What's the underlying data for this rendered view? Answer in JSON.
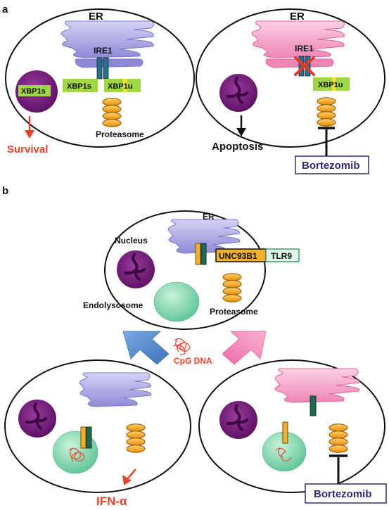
{
  "panel_a": {
    "label": "a",
    "left_cell": {
      "er": "ER",
      "ire1": "IRE1",
      "xbp1s_nucleus": "XBP1s",
      "xbp1s": "XBP1s",
      "xbp1u": "XBP1u",
      "proteasome": "Proteasome",
      "outcome": "Survival"
    },
    "right_cell": {
      "er": "ER",
      "ire1": "IRE1",
      "xbp1u": "XBP1u",
      "outcome": "Apoptosis",
      "drug": "Bortezomib"
    }
  },
  "panel_b": {
    "label": "b",
    "top_cell": {
      "er": "ER",
      "nucleus": "Nucleus",
      "unc93b1": "UNC93B1",
      "tlr9": "TLR9",
      "endolysosome": "Endolysosome",
      "proteasome": "Proteasome"
    },
    "ligand": "CpG DNA",
    "left_outcome": "IFN-α",
    "right_drug": "Bortezomib"
  },
  "colors": {
    "er_normal": "#aaa6e8",
    "er_stressed": "#f3a3c7",
    "nucleus": "#6b1a6e",
    "proteasome": "#f5a214",
    "xbp1_green": "#9ed648",
    "xbp1u_yellow": "#f2e033",
    "ire1": "#2a6f8c",
    "unc93b1": "#f0b030",
    "tlr9": "#dff5ea",
    "endolysosome": "#7fd8ae",
    "arrow_blue": "#5b8fd0",
    "arrow_pink": "#f27ab0",
    "outcome_red": "#e8412c",
    "drug_border": "#2e2a78",
    "inhibition_x": "#e03a2c"
  }
}
